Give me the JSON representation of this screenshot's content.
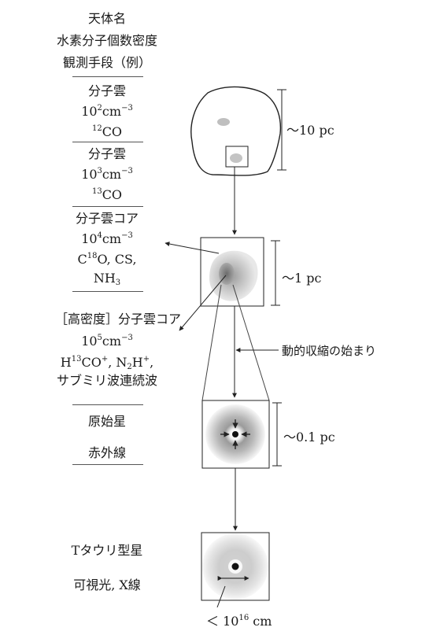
{
  "header": {
    "line1": "天体名",
    "line2": "水素分子個数密度",
    "line3": "観測手段（例）"
  },
  "stages": [
    {
      "name": "分子雲",
      "density_base": "10",
      "density_exp": "2",
      "density_unit": "cm",
      "density_unit_exp": "−3",
      "tracer_sup": "12",
      "tracer": "CO"
    },
    {
      "name": "分子雲",
      "density_base": "10",
      "density_exp": "3",
      "density_unit": "cm",
      "density_unit_exp": "−3",
      "tracer_sup": "13",
      "tracer": "CO"
    },
    {
      "name": "分子雲コア",
      "density_base": "10",
      "density_exp": "4",
      "density_unit": "cm",
      "density_unit_exp": "−3",
      "tracer_line1_pre": "C",
      "tracer_line1_sup": "18",
      "tracer_line1_post": "O, CS,",
      "tracer_line2_pre": "NH",
      "tracer_line2_sub": "3"
    },
    {
      "name": "［高密度］分子雲コア",
      "density_base": "10",
      "density_exp": "5",
      "density_unit": "cm",
      "density_unit_exp": "−3",
      "tracer_line1_a": "H",
      "tracer_line1_a_sup": "13",
      "tracer_line1_b": "CO",
      "tracer_line1_b_sup": "+",
      "tracer_line1_c": ", N",
      "tracer_line1_c_sub": "2",
      "tracer_line1_d": "H",
      "tracer_line1_d_sup": "+",
      "tracer_line1_e": ",",
      "tracer_line2": "サブミリ波連続波"
    },
    {
      "name": "原始星",
      "tracer": "赤外線"
    },
    {
      "name": "Tタウリ型星",
      "tracer": "可視光, X線"
    }
  ],
  "scales": {
    "cloud": "〜10 pc",
    "core": "〜1 pc",
    "protostar": "〜0.1 pc",
    "ttauri_prefix": "＜ 10",
    "ttauri_exp": "16",
    "ttauri_unit": " cm"
  },
  "annotation": "動的収縮の始まり"
}
